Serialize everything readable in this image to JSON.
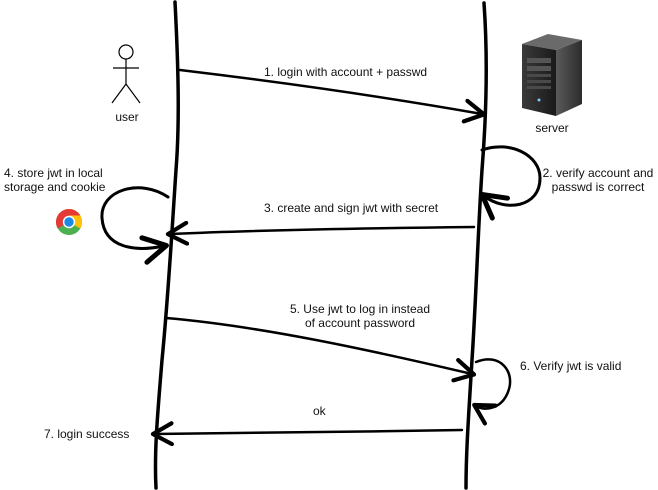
{
  "actors": {
    "user": {
      "label": "user"
    },
    "server": {
      "label": "server"
    }
  },
  "steps": {
    "s1": "1. login with account + passwd",
    "s2_line1": "2. verify account and",
    "s2_line2": "passwd is correct",
    "s3": "3. create and sign jwt with secret",
    "s4_line1": "4. store jwt in local",
    "s4_line2": "storage and cookie",
    "s5_line1": "5. Use jwt to log in instead",
    "s5_line2": "of account password",
    "s6": "6. Verify jwt is valid",
    "ok": "ok",
    "s7": "7. login success"
  },
  "icons": {
    "user": "stick-figure-icon",
    "server": "server-tower-icon",
    "browser": "chrome-browser-icon"
  },
  "colors": {
    "stroke": "#000000",
    "text": "#111111"
  }
}
